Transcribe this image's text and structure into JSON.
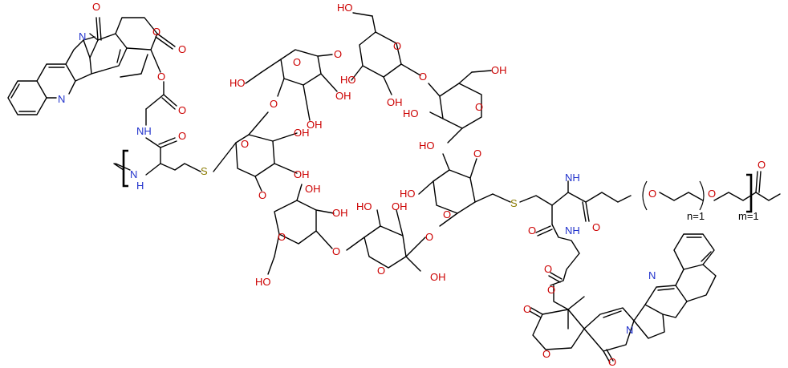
{
  "atoms": {
    "oxygen": "O",
    "hydroxyl": "OH",
    "hydroxyl_rev": "HO",
    "nitrogen": "N",
    "amine": "NH",
    "amine_v": "H",
    "sulfur": "S"
  },
  "repeat_labels": {
    "n": "n=1",
    "m": "m=1"
  },
  "colors": {
    "oxygen": "#cc0000",
    "nitrogen": "#2233cc",
    "sulfur": "#8a7a00",
    "bond": "#000000"
  }
}
